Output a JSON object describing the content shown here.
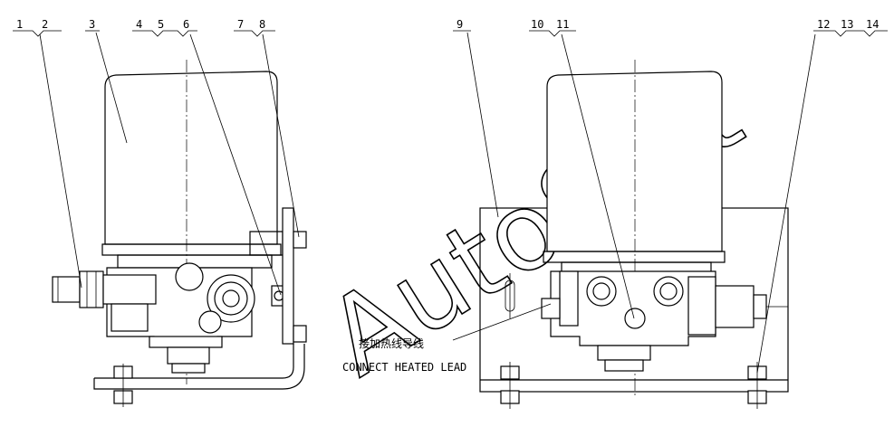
{
  "callouts": {
    "n1": "1",
    "n2": "2",
    "n3": "3",
    "n4": "4",
    "n5": "5",
    "n6": "6",
    "n7": "7",
    "n8": "8",
    "n9": "9",
    "n10": "10",
    "n11": "11",
    "n12": "12",
    "n13": "13",
    "n14": "14"
  },
  "annotation": {
    "chinese": "接加热线导线",
    "english": "CONNECT HEATED LEAD"
  },
  "watermark": "AutoSoft"
}
